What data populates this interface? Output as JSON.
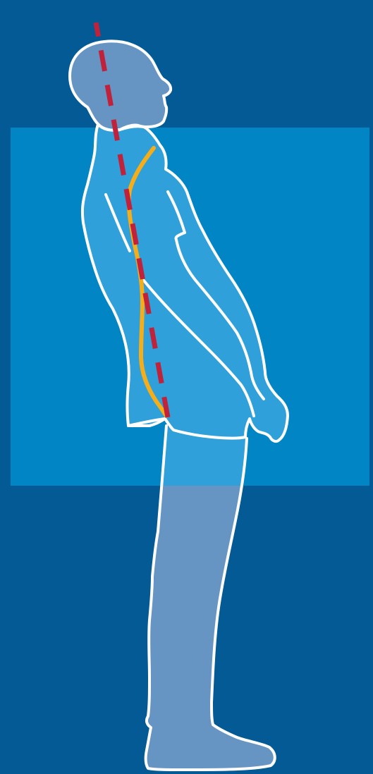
{
  "figure": {
    "colors": {
      "background": "#035a95",
      "highlight_panel": "#02aaeb",
      "body_fill": "#6795c3",
      "body_outline": "#ffffff",
      "spine_curve": "#f5ae1a",
      "plumb_line": "#c1223b"
    },
    "elements": [
      "highlight-panel",
      "person-silhouette",
      "spine-curve",
      "plumb-line"
    ]
  }
}
